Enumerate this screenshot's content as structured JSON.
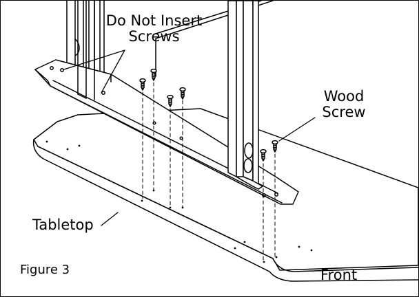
{
  "labels": {
    "no_screws": [
      "Do Not Insert",
      "Screws"
    ],
    "wood_screw": [
      "Wood",
      "Screw"
    ],
    "tabletop": "Tabletop",
    "front": "Front",
    "figure": "Figure 3"
  }
}
